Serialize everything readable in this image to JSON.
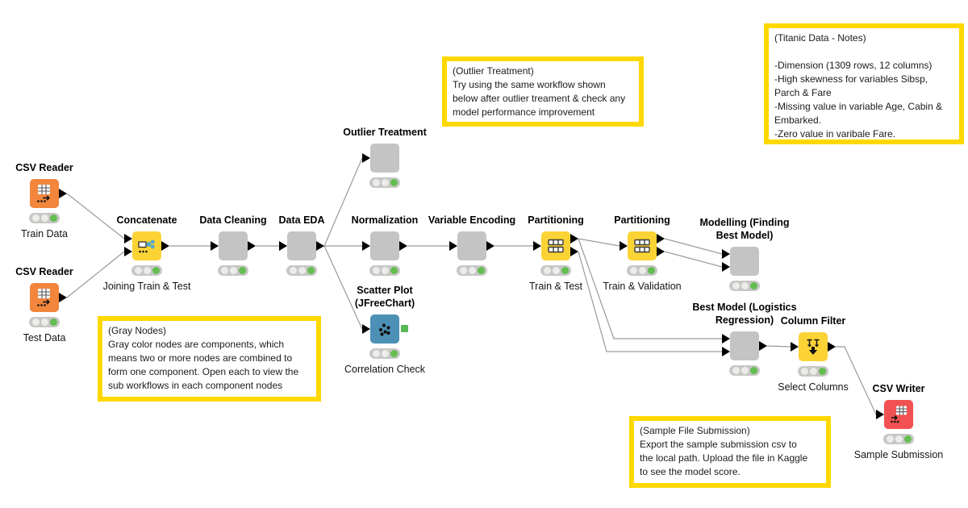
{
  "app": {
    "kind": "KNIME workflow canvas",
    "background": "#ffffff"
  },
  "colors": {
    "node_yellow": "#FBD335",
    "node_gray": "#C4C4C4",
    "node_orange": "#F2863C",
    "node_blue": "#4C91B5",
    "node_red": "#F15152",
    "annotation_border": "#FFD800",
    "edge": "#9A9A9A",
    "status_green": "#62BE4F",
    "status_off": "#ECECEA",
    "status_bar": "#C7C7C5",
    "port": "#000000",
    "image_port_green": "#55B855"
  },
  "workflow": {
    "nodes": [
      {
        "id": "csv-reader-train",
        "title": "CSV Reader",
        "caption": "Train Data",
        "color": "orange",
        "icon": "table-export-icon",
        "status": "green"
      },
      {
        "id": "csv-reader-test",
        "title": "CSV Reader",
        "caption": "Test Data",
        "color": "orange",
        "icon": "table-export-icon",
        "status": "green"
      },
      {
        "id": "concatenate",
        "title": "Concatenate",
        "caption": "Joining Train & Test",
        "color": "yellow",
        "icon": "concatenate-icon",
        "status": "green"
      },
      {
        "id": "data-cleaning",
        "title": "Data Cleaning",
        "caption": "",
        "color": "gray",
        "component": true,
        "status": "green"
      },
      {
        "id": "data-eda",
        "title": "Data EDA",
        "caption": "",
        "color": "gray",
        "component": true,
        "status": "green"
      },
      {
        "id": "outlier-treatment",
        "title": "Outlier Treatment",
        "caption": "",
        "color": "gray",
        "component": true,
        "status": "green"
      },
      {
        "id": "normalization",
        "title": "Normalization",
        "caption": "",
        "color": "gray",
        "component": true,
        "status": "green"
      },
      {
        "id": "scatter-plot",
        "title": "Scatter Plot\n(JFreeChart)",
        "caption": "Correlation Check",
        "color": "blue",
        "icon": "scatter-icon",
        "status": "green"
      },
      {
        "id": "variable-encoding",
        "title": "Variable Encoding",
        "caption": "",
        "color": "gray",
        "component": true,
        "status": "green"
      },
      {
        "id": "partitioning-train-test",
        "title": "Partitioning",
        "caption": "Train & Test",
        "color": "yellow",
        "icon": "partition-icon",
        "status": "green"
      },
      {
        "id": "partitioning-train-validation",
        "title": "Partitioning",
        "caption": "Train & Validation",
        "color": "yellow",
        "icon": "partition-icon",
        "status": "green"
      },
      {
        "id": "modelling",
        "title": "Modelling (Finding\nBest Model)",
        "caption": "",
        "color": "gray",
        "component": true,
        "status": "green"
      },
      {
        "id": "best-model",
        "title": "Best Model (Logistics\nRegression)",
        "caption": "",
        "color": "gray",
        "component": true,
        "status": "green"
      },
      {
        "id": "column-filter",
        "title": "Column Filter",
        "caption": "Select Columns",
        "color": "yellow",
        "icon": "column-filter-icon",
        "status": "green"
      },
      {
        "id": "csv-writer",
        "title": "CSV Writer",
        "caption": "Sample Submission",
        "color": "red",
        "icon": "table-import-icon",
        "status": "green"
      }
    ],
    "edges": [
      {
        "from": "csv-reader-train",
        "to": "concatenate"
      },
      {
        "from": "csv-reader-test",
        "to": "concatenate"
      },
      {
        "from": "concatenate",
        "to": "data-cleaning"
      },
      {
        "from": "data-cleaning",
        "to": "data-eda"
      },
      {
        "from": "data-eda",
        "to": "outlier-treatment"
      },
      {
        "from": "data-eda",
        "to": "normalization"
      },
      {
        "from": "data-eda",
        "to": "scatter-plot"
      },
      {
        "from": "normalization",
        "to": "variable-encoding"
      },
      {
        "from": "variable-encoding",
        "to": "partitioning-train-test"
      },
      {
        "from": "partitioning-train-test",
        "to": "partitioning-train-validation"
      },
      {
        "from": "partitioning-train-test",
        "to": "best-model"
      },
      {
        "from": "partitioning-train-test",
        "to": "best-model"
      },
      {
        "from": "partitioning-train-validation",
        "to": "modelling"
      },
      {
        "from": "partitioning-train-validation",
        "to": "modelling"
      },
      {
        "from": "best-model",
        "to": "column-filter"
      },
      {
        "from": "column-filter",
        "to": "csv-writer"
      }
    ],
    "annotations": [
      {
        "id": "titanic-notes",
        "text": "(Titanic Data - Notes)\n\n-Dimension (1309 rows, 12 columns)\n-High skewness for variables Sibsp,\nParch & Fare\n-Missing value in variable Age, Cabin &\nEmbarked.\n-Zero value in varibale Fare."
      },
      {
        "id": "outlier-note",
        "text": "(Outlier Treatment)\nTry using the same workflow shown\nbelow after outlier treament & check any\nmodel performance improvement"
      },
      {
        "id": "gray-nodes-note",
        "text": "(Gray Nodes)\nGray color nodes are components, which\nmeans two or more nodes are combined to\nform one component. Open each to view the\nsub workflows in each component nodes"
      },
      {
        "id": "sample-file-note",
        "text": "(Sample File Submission)\nExport the sample submission csv to\nthe local path. Upload the file in Kaggle\nto see the model score."
      }
    ]
  }
}
